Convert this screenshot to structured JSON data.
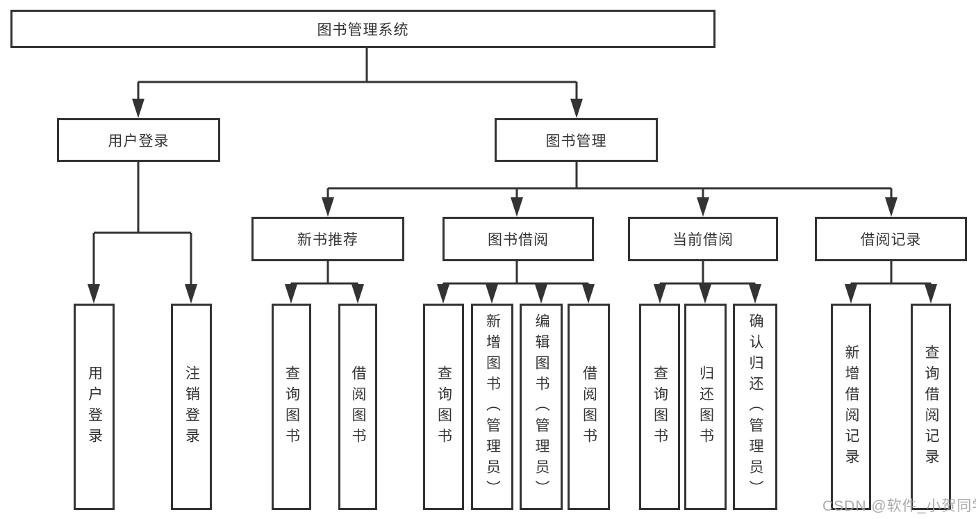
{
  "tree": {
    "root": {
      "label": "图书管理系统"
    },
    "level2": [
      {
        "label": "用户登录"
      },
      {
        "label": "图书管理"
      }
    ],
    "level3": [
      {
        "label": "新书推荐"
      },
      {
        "label": "图书借阅"
      },
      {
        "label": "当前借阅"
      },
      {
        "label": "借阅记录"
      }
    ],
    "leaves": [
      {
        "label": "用户登录"
      },
      {
        "label": "注销登录"
      },
      {
        "label": "查询图书"
      },
      {
        "label": "借阅图书"
      },
      {
        "label": "查询图书"
      },
      {
        "label": "新增图书（管理员）"
      },
      {
        "label": "编辑图书（管理员）"
      },
      {
        "label": "借阅图书"
      },
      {
        "label": "查询图书"
      },
      {
        "label": "归还图书"
      },
      {
        "label": "确认归还（管理员）"
      },
      {
        "label": "新增借阅记录"
      },
      {
        "label": "查询借阅记录"
      }
    ]
  },
  "watermark": {
    "text": "CSDN @软件_小贺同学",
    "color": "#a3a3a3"
  },
  "colors": {
    "line": "#333333",
    "text": "#333333",
    "background": "#ffffff"
  }
}
